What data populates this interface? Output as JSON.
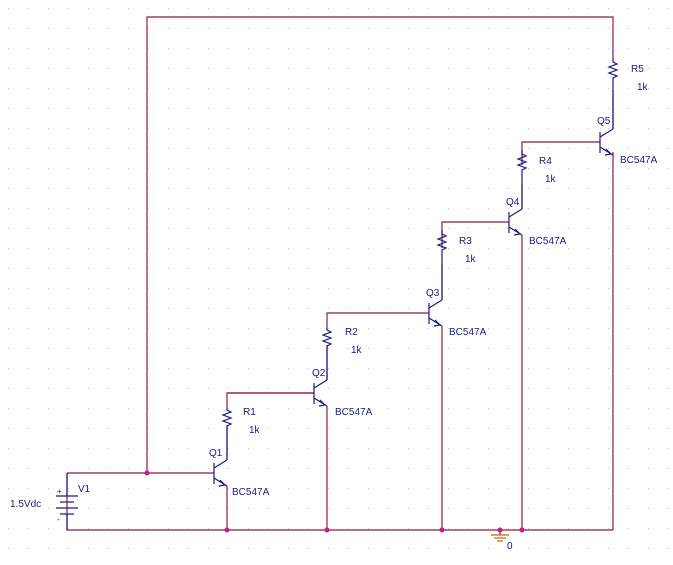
{
  "source": {
    "ref": "V1",
    "value": "1.5Vdc"
  },
  "ground": {
    "label": "0"
  },
  "resistors": [
    {
      "ref": "R1",
      "value": "1k"
    },
    {
      "ref": "R2",
      "value": "1k"
    },
    {
      "ref": "R3",
      "value": "1k"
    },
    {
      "ref": "R4",
      "value": "1k"
    },
    {
      "ref": "R5",
      "value": "1k"
    }
  ],
  "transistors": [
    {
      "ref": "Q1",
      "model": "BC547A"
    },
    {
      "ref": "Q2",
      "model": "BC547A"
    },
    {
      "ref": "Q3",
      "model": "BC547A"
    },
    {
      "ref": "Q4",
      "model": "BC547A"
    },
    {
      "ref": "Q5",
      "model": "BC547A"
    }
  ],
  "colors": {
    "wire": "#8b1a4a",
    "component": "#1a1a80",
    "junction": "#c0208a",
    "ground": "#c86a00",
    "grid": "#c8c8c8"
  }
}
